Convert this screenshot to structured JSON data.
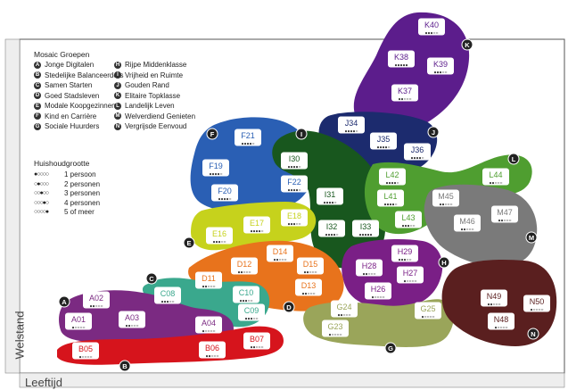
{
  "axes": {
    "y_label": "Welstand",
    "x_label": "Leeftijd"
  },
  "legend_groups": {
    "title": "Mosaic Groepen",
    "items": [
      {
        "letter": "A",
        "label": "Jonge Digitalen"
      },
      {
        "letter": "B",
        "label": "Stedelijke Balanceerders"
      },
      {
        "letter": "C",
        "label": "Samen Starten"
      },
      {
        "letter": "D",
        "label": "Goed Stadsleven"
      },
      {
        "letter": "E",
        "label": "Modale Koopgezinnen"
      },
      {
        "letter": "F",
        "label": "Kind en Carrière"
      },
      {
        "letter": "G",
        "label": "Sociale Huurders"
      },
      {
        "letter": "H",
        "label": "Rijpe Middenklasse"
      },
      {
        "letter": "I",
        "label": "Vrijheid en Ruimte"
      },
      {
        "letter": "J",
        "label": "Gouden Rand"
      },
      {
        "letter": "K",
        "label": "Elitaire Topklasse"
      },
      {
        "letter": "L",
        "label": "Landelijk Leven"
      },
      {
        "letter": "M",
        "label": "Welverdiend Genieten"
      },
      {
        "letter": "N",
        "label": "Vergrijsde Eenvoud"
      }
    ]
  },
  "legend_household": {
    "title": "Huishoudgrootte",
    "items": [
      {
        "dots": "●○○○○",
        "label": "1 persoon"
      },
      {
        "dots": "○●○○○",
        "label": "2 personen"
      },
      {
        "dots": "○○●○○",
        "label": "3 personen"
      },
      {
        "dots": "○○○●○",
        "label": "4 personen"
      },
      {
        "dots": "○○○○●",
        "label": "5 of meer"
      }
    ]
  },
  "groups": [
    {
      "letter": "A",
      "color": "#7b2a82",
      "types": [
        "A01",
        "A02",
        "A03",
        "A04"
      ]
    },
    {
      "letter": "B",
      "color": "#d6141c",
      "types": [
        "B05",
        "B06",
        "B07"
      ]
    },
    {
      "letter": "C",
      "color": "#3aa88d",
      "types": [
        "C08",
        "C09",
        "C10"
      ]
    },
    {
      "letter": "D",
      "color": "#e8731c",
      "types": [
        "D11",
        "D12",
        "D13",
        "D14",
        "D15"
      ]
    },
    {
      "letter": "E",
      "color": "#c6d21c",
      "types": [
        "E16",
        "E17",
        "E18"
      ]
    },
    {
      "letter": "F",
      "color": "#2a5fb4",
      "types": [
        "F19",
        "F20",
        "F21",
        "F22"
      ]
    },
    {
      "letter": "G",
      "color": "#9aa55a",
      "types": [
        "G23",
        "G24",
        "G25"
      ]
    },
    {
      "letter": "H",
      "color": "#7a1f86",
      "types": [
        "H26",
        "H27",
        "H28",
        "H29"
      ]
    },
    {
      "letter": "I",
      "color": "#18571e",
      "types": [
        "I30",
        "I31",
        "I32",
        "I33"
      ]
    },
    {
      "letter": "J",
      "color": "#1c2b6e",
      "types": [
        "J34",
        "J35",
        "J36"
      ]
    },
    {
      "letter": "K",
      "color": "#5c1d8c",
      "types": [
        "K37",
        "K38",
        "K39",
        "K40"
      ]
    },
    {
      "letter": "L",
      "color": "#4f9e30",
      "types": [
        "L41",
        "L42",
        "L43",
        "L44"
      ]
    },
    {
      "letter": "M",
      "color": "#7a7a7a",
      "types": [
        "M45",
        "M46",
        "M47"
      ]
    },
    {
      "letter": "N",
      "color": "#5a1f1f",
      "types": [
        "N48",
        "N49",
        "N50"
      ]
    }
  ],
  "type_household": {
    "A01": "●○○○○",
    "A02": "●●○○○",
    "A03": "●●○○○",
    "A04": "●○○○○",
    "B05": "●○○○○",
    "B06": "●●○○○",
    "B07": "●●○○○",
    "C08": "●●●○○",
    "C09": "●●●○○",
    "C10": "●●●○○",
    "D11": "●●○○○",
    "D12": "●●○○○",
    "D13": "●●○○○",
    "D14": "●●○○○",
    "D15": "●●○○○",
    "E16": "●●●○○",
    "E17": "●●●●○",
    "E18": "●●●○○",
    "F19": "●●●●○",
    "F20": "●●●●○",
    "F21": "●●●●○",
    "F22": "●●●●○",
    "G23": "●○○○○",
    "G24": "●●○○○",
    "G25": "●○○○○",
    "H26": "●○○○○",
    "H27": "●○○○○",
    "H28": "●●○○○",
    "H29": "●●●○○",
    "I30": "●●●●○",
    "I31": "●●●●○",
    "I32": "●●●●○",
    "I33": "●●●●●",
    "J34": "●●●●○",
    "J35": "●●●●○",
    "J36": "●●●●○",
    "K37": "●●○○○",
    "K38": "●●●●●",
    "K39": "●●●○○",
    "K40": "●●●○○",
    "L41": "●●●●○",
    "L42": "●●●●○",
    "L43": "●●●○○",
    "L44": "●●○○○",
    "M45": "●●○○○",
    "M46": "●●○○○",
    "M47": "●●○○○",
    "N48": "●○○○○",
    "N49": "●●○○○",
    "N50": "●○○○○"
  }
}
